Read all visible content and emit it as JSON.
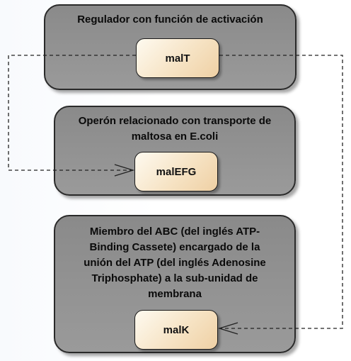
{
  "nodes": {
    "regulator": {
      "title": "Regulador con función de activación",
      "gene": "malT"
    },
    "operon": {
      "title": "Operón relacionado con transporte de\nmaltosa en E.coli",
      "gene": "malEFG"
    },
    "member": {
      "title": "Miembro del ABC (del inglés ATP-\nBinding Cassete) encargado de la\nunión del ATP (del inglés Adenosine\nTriphosphate) a la sub-unidad de\nmembrana",
      "gene": "malK"
    }
  },
  "edges": [
    {
      "from": "malT",
      "to": "malEFG",
      "style": "dashed",
      "arrow": "open"
    },
    {
      "from": "malT",
      "to": "malK",
      "style": "dashed",
      "arrow": "open"
    }
  ],
  "colors": {
    "panel_fill": "#929292",
    "panel_border": "#2a2a2a",
    "gene_fill": "#f6e3c4",
    "edge": "#222222"
  }
}
